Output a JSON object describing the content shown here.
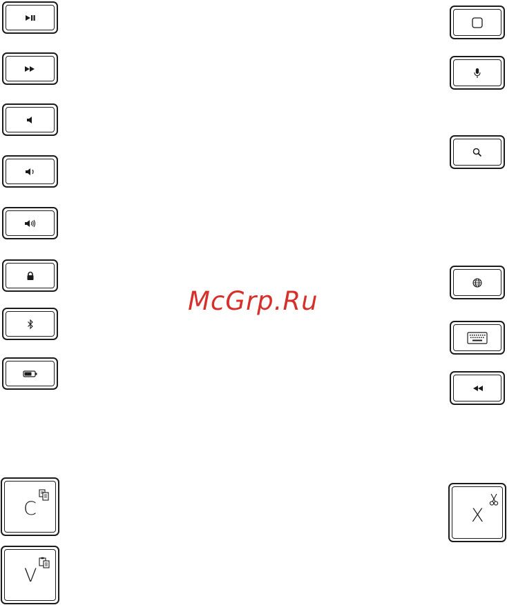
{
  "watermark": {
    "text": "McGrp.Ru",
    "color": "#d6302a"
  },
  "colors": {
    "stroke": "#1a1a1a",
    "background": "#ffffff"
  },
  "keys": {
    "left": [
      {
        "icon": "play-pause-icon"
      },
      {
        "icon": "fast-forward-icon"
      },
      {
        "icon": "volume-mute-icon"
      },
      {
        "icon": "volume-down-icon"
      },
      {
        "icon": "volume-up-icon"
      },
      {
        "icon": "lock-icon"
      },
      {
        "icon": "bluetooth-icon"
      },
      {
        "icon": "battery-icon"
      }
    ],
    "right": [
      {
        "icon": "home-square-icon"
      },
      {
        "icon": "microphone-icon"
      },
      {
        "icon": "search-icon"
      },
      {
        "icon": "globe-icon"
      },
      {
        "icon": "keyboard-icon"
      },
      {
        "icon": "rewind-icon"
      }
    ],
    "copy": {
      "letter": "C",
      "icon": "copy-icon"
    },
    "paste": {
      "letter": "V",
      "icon": "paste-icon"
    },
    "cut": {
      "letter": "X",
      "icon": "scissors-icon"
    }
  }
}
